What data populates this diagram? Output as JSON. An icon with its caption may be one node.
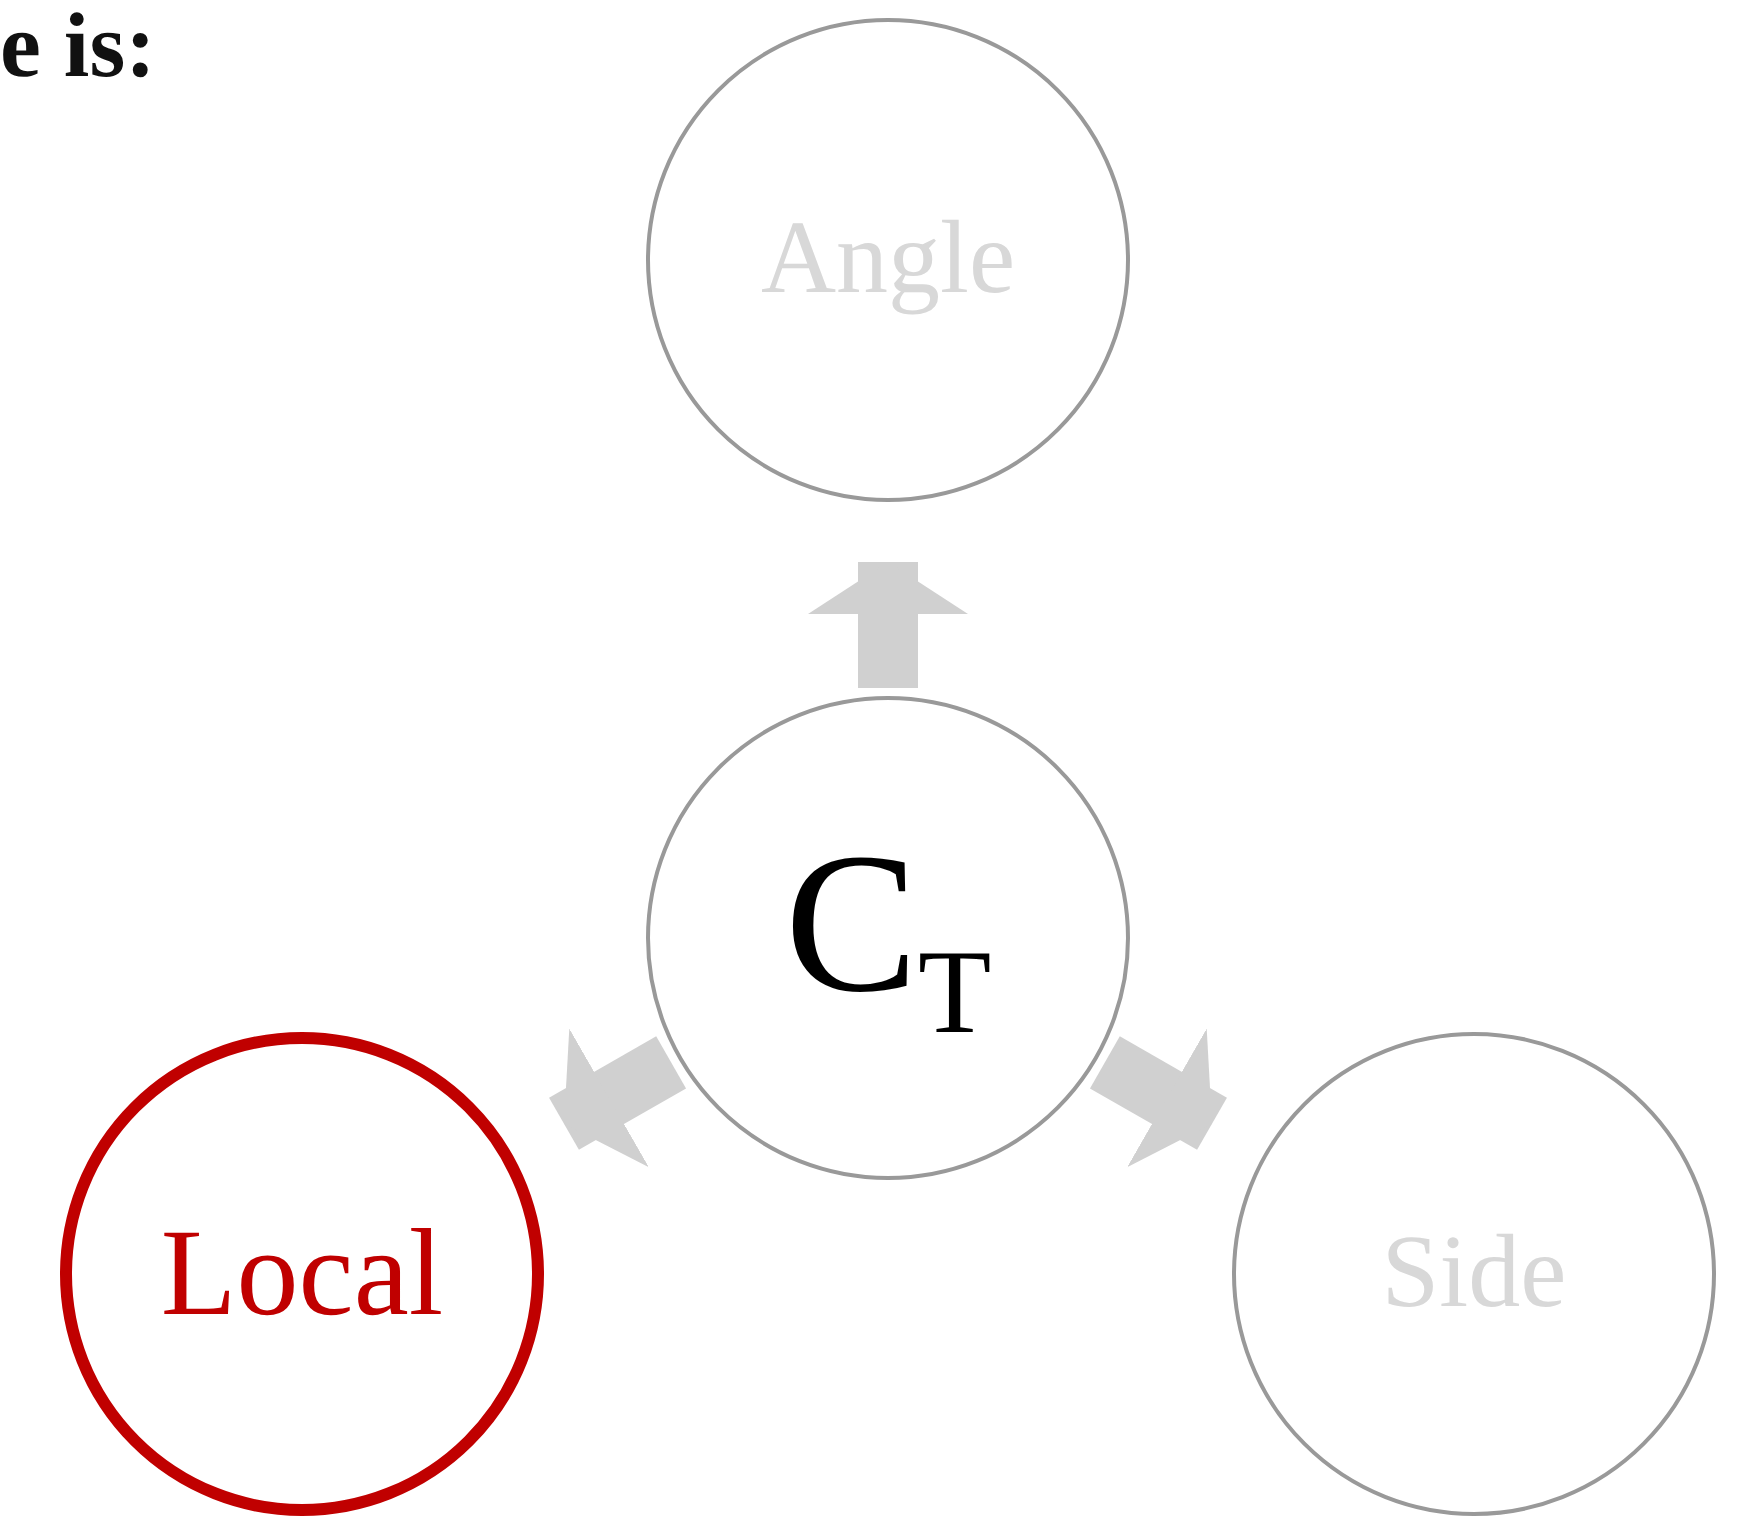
{
  "diagram": {
    "nodes": [
      {
        "text": [
          "Angle"
        ]
      },
      {
        "text": [
          "C$_{T}$"
        ]
      },
      {
        "text": [
          "Local"
        ]
      },
      {
        "text": [
          "Side"
        ]
      }
    ],
    "edges": [
      {
        "from": 1,
        "to": 0,
        "arrow": "to"
      },
      {
        "from": 1,
        "to": 2,
        "arrow": "to"
      },
      {
        "from": 1,
        "to": 3,
        "arrow": "to"
      }
    ],
    "labels": [
      "e is:"
    ]
  }
}
